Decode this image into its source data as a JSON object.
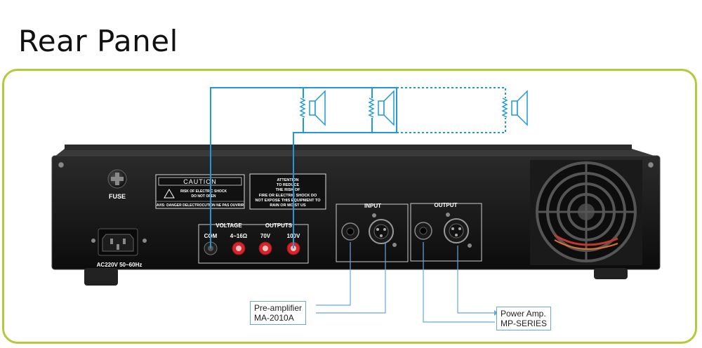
{
  "title": "Rear Panel",
  "device": {
    "fuse_label": "FUSE",
    "power_label": "AC220V 50~60Hz",
    "caution": {
      "header": "CAUTION",
      "line1": "RISK OF ELECTRIC SHOCK",
      "line2": "DO NOT OPEN",
      "line3": "AVIS: DANGER DELECTROCUTION NE PAS OUVRIR"
    },
    "attention": {
      "line1": "ATTENTION",
      "line2": "TO REDUCE",
      "line3": "THE RISK OF",
      "line4": "FIRE OR ELECTRIC SHOCK DO",
      "line5": "NOT EXPOSE THIS EQUIPMENT TO",
      "line6": "RAIN OR MOIST US"
    },
    "voltage_label": "VOLTAGE",
    "outputs_label": "OUTPUTS",
    "terminals": [
      "COM",
      "4~16Ω",
      "70V",
      "100V"
    ],
    "input_label": "INPUT",
    "output_label": "OUTPUT"
  },
  "connections": {
    "preamp": {
      "line1": "Pre-amplifier",
      "line2": "MA-2010A"
    },
    "poweramp": {
      "line1": "Power Amp.",
      "line2": "MP-SERIES"
    }
  },
  "colors": {
    "wire": "#1f9ad6",
    "frame": "#b5c93c",
    "chassis": "#141414",
    "terminal_red": "#d4252c"
  }
}
